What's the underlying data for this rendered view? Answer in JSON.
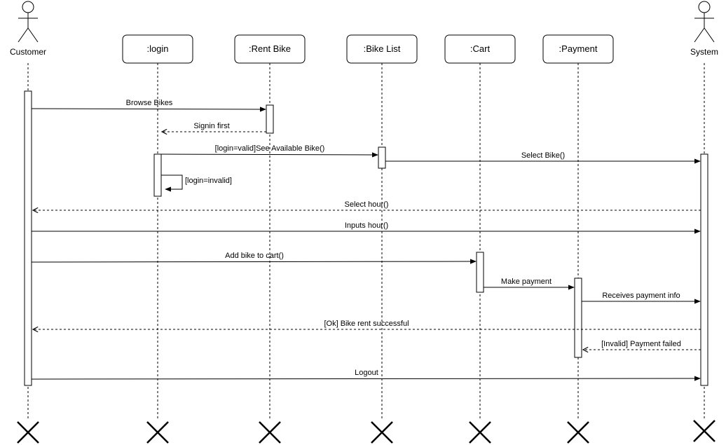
{
  "participants": [
    {
      "id": "customer",
      "label": "Customer",
      "kind": "actor"
    },
    {
      "id": "login",
      "label": ":login",
      "kind": "object"
    },
    {
      "id": "rentbike",
      "label": ":Rent Bike",
      "kind": "object"
    },
    {
      "id": "bikelist",
      "label": ":Bike List",
      "kind": "object"
    },
    {
      "id": "cart",
      "label": ":Cart",
      "kind": "object"
    },
    {
      "id": "payment",
      "label": ":Payment",
      "kind": "object"
    },
    {
      "id": "system",
      "label": "System",
      "kind": "actor"
    }
  ],
  "messages": [
    {
      "label": "Browse Bikes",
      "from": "customer",
      "to": "rentbike",
      "style": "sync"
    },
    {
      "label": "Signin first",
      "from": "rentbike",
      "to": "login",
      "style": "return"
    },
    {
      "label": "[login=valid]See Available Bike()",
      "from": "login",
      "to": "bikelist",
      "style": "sync"
    },
    {
      "label": "Select Bike()",
      "from": "bikelist",
      "to": "system",
      "style": "sync"
    },
    {
      "label": "[login=invalid]",
      "from": "login",
      "to": "login",
      "style": "self"
    },
    {
      "label": "Select hour()",
      "from": "system",
      "to": "customer",
      "style": "return"
    },
    {
      "label": "Inputs hour()",
      "from": "customer",
      "to": "system",
      "style": "sync"
    },
    {
      "label": "Add bike to cart()",
      "from": "customer",
      "to": "cart",
      "style": "sync"
    },
    {
      "label": "Make payment",
      "from": "cart",
      "to": "payment",
      "style": "sync"
    },
    {
      "label": "Receives payment info",
      "from": "payment",
      "to": "system",
      "style": "sync"
    },
    {
      "label": "[Ok] Bike rent successful",
      "from": "system",
      "to": "customer",
      "style": "return"
    },
    {
      "label": "[Invalid] Payment failed",
      "from": "system",
      "to": "payment",
      "style": "return"
    },
    {
      "label": "Logout",
      "from": "customer",
      "to": "system",
      "style": "sync"
    }
  ]
}
